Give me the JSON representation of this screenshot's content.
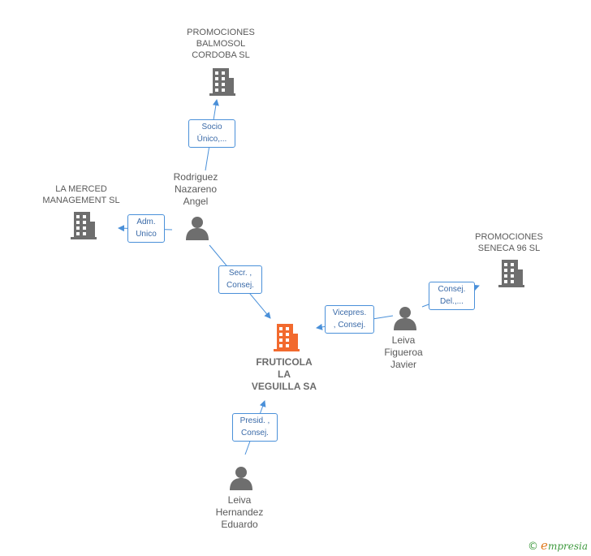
{
  "colors": {
    "building": "#6e6e6e",
    "main_building": "#f26a2e",
    "person": "#6e6e6e",
    "line": "#4a90d9",
    "box_border": "#4a90d9",
    "box_text": "#3a6aa8"
  },
  "nodes": {
    "promociones_balmosol": {
      "label_lines": [
        "PROMOCIONES",
        "BALMOSOL",
        "CORDOBA SL"
      ],
      "icon": "building-icon"
    },
    "la_merced": {
      "label_lines": [
        "LA MERCED",
        "MANAGEMENT SL"
      ],
      "icon": "building-icon"
    },
    "promociones_seneca": {
      "label_lines": [
        "PROMOCIONES",
        "SENECA 96 SL"
      ],
      "icon": "building-icon"
    },
    "fruticola": {
      "label_lines": [
        "FRUTICOLA",
        "LA",
        "VEGUILLA SA"
      ],
      "icon": "building-icon"
    },
    "rodriguez": {
      "label_lines": [
        "Rodriguez",
        "Nazareno",
        "Angel"
      ],
      "icon": "person-icon"
    },
    "leiva_javier": {
      "label_lines": [
        "Leiva",
        "Figueroa",
        "Javier"
      ],
      "icon": "person-icon"
    },
    "leiva_eduardo": {
      "label_lines": [
        "Leiva",
        "Hernandez",
        "Eduardo"
      ],
      "icon": "person-icon"
    }
  },
  "relations": {
    "socio_unico": [
      "Socio",
      "Único,..."
    ],
    "adm_unico": [
      "Adm.",
      "Unico"
    ],
    "secr_consej": [
      "Secr. ,",
      "Consej."
    ],
    "vicepres_consej": [
      "Vicepres.",
      ", Consej."
    ],
    "consej_del": [
      "Consej.",
      "Del.,..."
    ],
    "presid_consej": [
      "Presid. ,",
      "Consej."
    ]
  },
  "footer": {
    "copyright": "©",
    "brand_initial": "e",
    "brand_rest": "mpresia"
  }
}
